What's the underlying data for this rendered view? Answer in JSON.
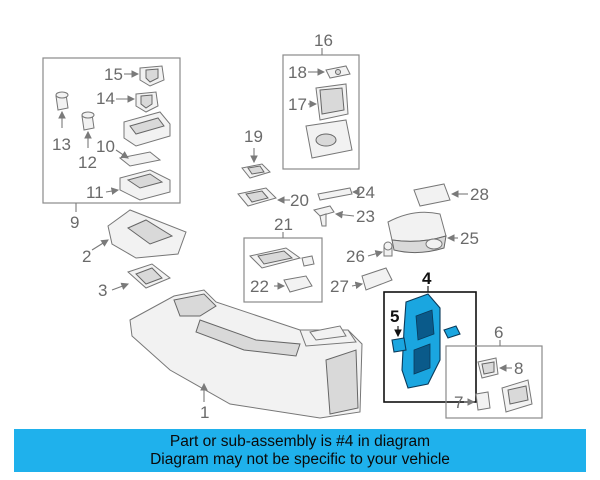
{
  "diagram": {
    "callouts": [
      "1",
      "2",
      "3",
      "4",
      "5",
      "6",
      "7",
      "8",
      "9",
      "10",
      "11",
      "12",
      "13",
      "14",
      "15",
      "16",
      "17",
      "18",
      "19",
      "20",
      "21",
      "22",
      "23",
      "24",
      "25",
      "26",
      "27",
      "28"
    ],
    "highlight": {
      "callout": "4",
      "color": "#1aa6e0"
    }
  },
  "banner": {
    "line1": "Part or sub-assembly is #4 in diagram",
    "line2": "Diagram may not be specific to your vehicle",
    "background": "#1fb1ec"
  }
}
